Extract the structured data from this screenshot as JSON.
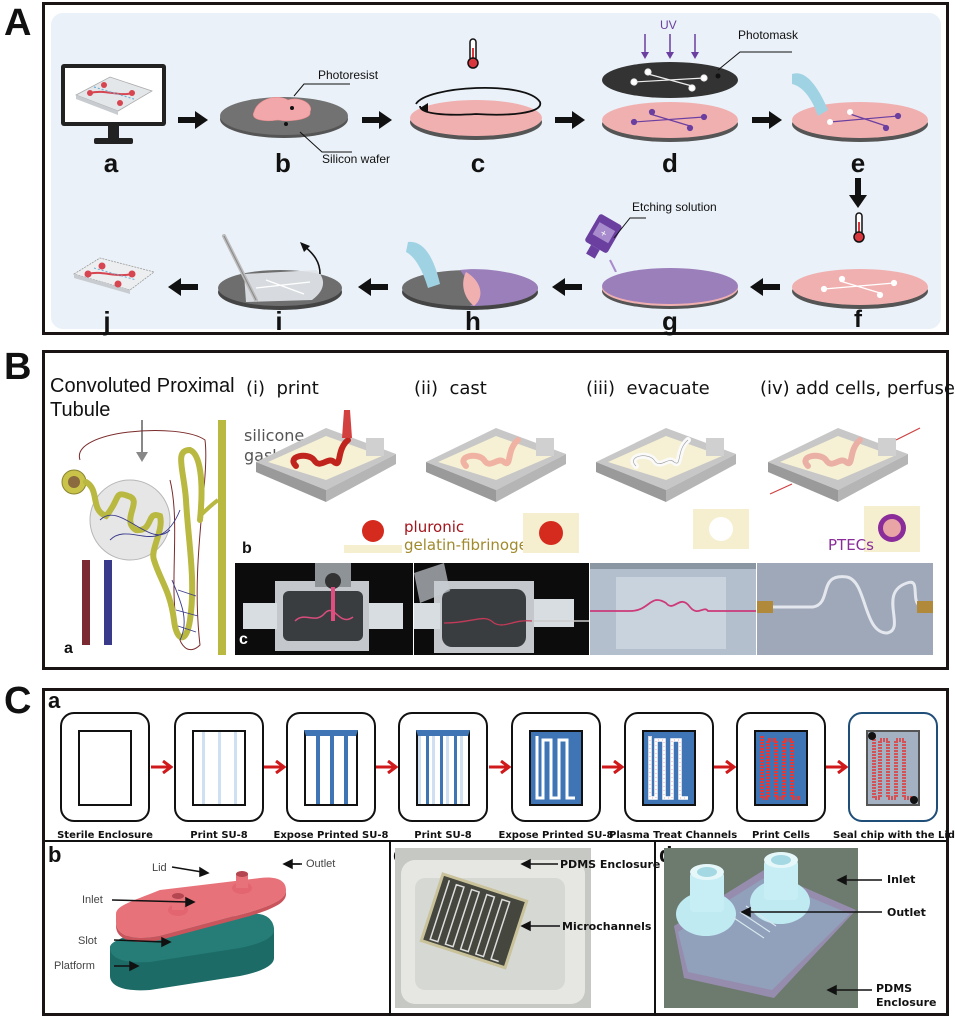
{
  "panels": {
    "A": {
      "letter": "A",
      "background": "#eaf1f8",
      "steps": [
        {
          "id": "a",
          "label": "a"
        },
        {
          "id": "b",
          "label": "b"
        },
        {
          "id": "c",
          "label": "c"
        },
        {
          "id": "d",
          "label": "d"
        },
        {
          "id": "e",
          "label": "e"
        },
        {
          "id": "f",
          "label": "f"
        },
        {
          "id": "g",
          "label": "g"
        },
        {
          "id": "h",
          "label": "h"
        },
        {
          "id": "i",
          "label": "i"
        },
        {
          "id": "j",
          "label": "j"
        }
      ],
      "annotations": {
        "photoresist": "Photoresist",
        "silicon_wafer": "Silicon wafer",
        "uv": "UV",
        "photomask": "Photomask",
        "etching_solution": "Etching solution"
      },
      "colors": {
        "wafer": "#6b6b6b",
        "resist": "#f0aeae",
        "etch": "#9b7fbb",
        "channel": "#6a3fa0",
        "water": "#9fd3e3",
        "therm_red": "#d9363e"
      }
    },
    "B": {
      "letter": "B",
      "title_line1": "Convoluted Proximal",
      "title_line2": "Tubule",
      "sub_a": "a",
      "sub_b": "b",
      "sub_c": "c",
      "steps": [
        {
          "num": "(i)",
          "label": "print"
        },
        {
          "num": "(ii)",
          "label": "cast"
        },
        {
          "num": "(iii)",
          "label": "evacuate"
        },
        {
          "num": "(iv)",
          "label": "add cells, perfuse"
        }
      ],
      "silicone_line1": "silicone",
      "silicone_line2": "gasket",
      "legend": {
        "pluronic": "pluronic",
        "gelatin": "gelatin-fibrinogen",
        "ptecs": "PTECs"
      },
      "colors": {
        "pluronic": "#a3141c",
        "gelatin": "#a08a2c",
        "ptecs": "#8a2d9a",
        "tubule": "#b9b840"
      }
    },
    "C": {
      "letter": "C",
      "sub_a": "a",
      "sub_b": "b",
      "sub_c": "c",
      "sub_d": "d",
      "steps": [
        "Sterile Enclosure",
        "Print SU-8",
        "Expose Printed SU-8",
        "Print SU-8",
        "Expose Printed  SU-8",
        "Plasma Treat Channels",
        "Print Cells",
        "Seal chip with the Lid"
      ],
      "b_labels": {
        "lid": "Lid",
        "outlet": "Outlet",
        "inlet": "Inlet",
        "slot": "Slot",
        "platform": "Platform"
      },
      "c_labels": {
        "pdms": "PDMS Enclosure",
        "micro": "Microchannels"
      },
      "d_labels": {
        "inlet": "Inlet",
        "outlet": "Outlet",
        "pdms1": "PDMS",
        "pdms2": "Enclosure"
      },
      "colors": {
        "su8": "#3f74b5",
        "arrow": "#d0191b",
        "lid": "#e8727a",
        "platform": "#1c6b66",
        "seal_border": "#1f4e79"
      }
    }
  }
}
